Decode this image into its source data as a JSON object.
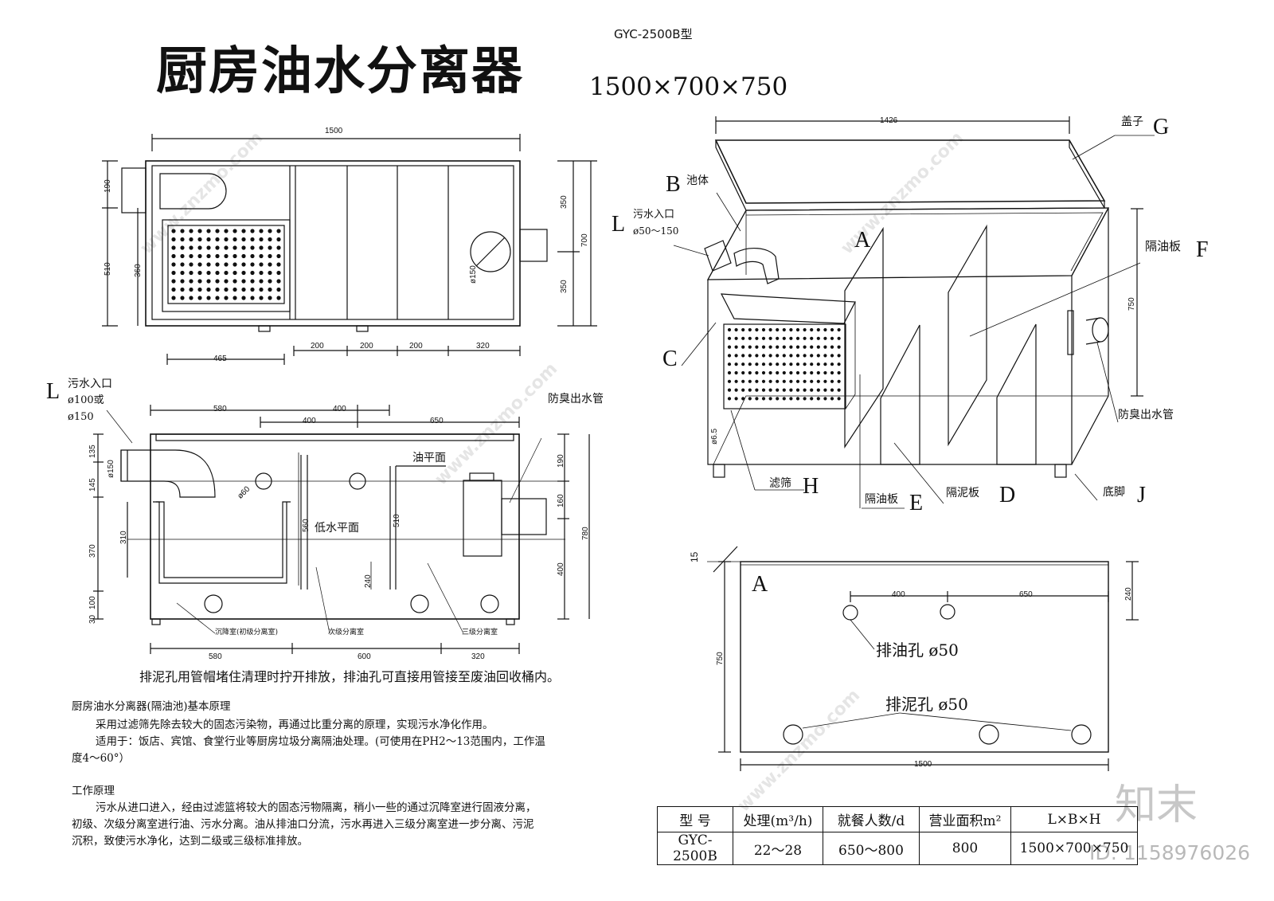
{
  "header": {
    "model_code": "GYC-2500B型",
    "title": "厨房油水分离器",
    "size": "1500×700×750"
  },
  "top_view": {
    "dims": {
      "overall_length": "1500",
      "left_190": "190",
      "left_510": "510",
      "left_360": "360",
      "right_350_top": "350",
      "right_350_bottom": "350",
      "right_700": "700",
      "pipe_dia": "ø150",
      "bottom_465": "465",
      "bottom_200a": "200",
      "bottom_200b": "200",
      "bottom_200c": "200",
      "bottom_320": "320"
    }
  },
  "section_view": {
    "inlet_label": "L",
    "inlet_text_1": "污水入口",
    "inlet_text_2": "ø100或",
    "inlet_text_3": "ø150",
    "outlet_label": "防臭出水管",
    "oil_level": "油平面",
    "low_water_level": "低水平面",
    "dims": {
      "top_580": "580",
      "top_400a": "400",
      "top_400b": "400",
      "top_650": "650",
      "left_135": "135",
      "left_145": "145",
      "left_370": "370",
      "left_100": "100",
      "left_30": "30",
      "inner_150": "ø150",
      "inner_310": "310",
      "dia_60": "ø60",
      "h_560": "560",
      "h_510": "510",
      "h_240": "240",
      "right_190": "190",
      "right_160": "160",
      "right_400": "400",
      "right_780": "780",
      "bottom_580": "580",
      "bottom_600": "600",
      "bottom_320": "320"
    },
    "chambers": [
      "沉降室(初级分离室)",
      "次级分离室",
      "三级分离室"
    ]
  },
  "notes": {
    "drain_note": "排泥孔用管帽堵住清理时拧开排放，排油孔可直接用管接至废油回收桶内。",
    "principle_title": "厨房油水分离器(隔油池)基本原理",
    "principle_1": "采用过滤筛先除去较大的固态污染物，再通过比重分离的原理，实现污水净化作用。",
    "principle_2": "适用于：饭店、宾馆、食堂行业等厨房垃圾分离隔油处理。(可使用在PH2～13范围内，工作温",
    "principle_3": "度4～60°）",
    "work_title": "工作原理",
    "work_1": "污水从进口进入，经由过滤篮将较大的固态污物隔离，稍小一些的通过沉降室进行固液分离，",
    "work_2": "初级、次级分离室进行油、污水分离。油从排油口分流，污水再进入三级分离室进一步分离、污泥",
    "work_3": "沉积，致使污水净化，达到二级或三级标准排放。"
  },
  "iso_view": {
    "width_dim": "1426",
    "height_dim": "750",
    "labels": {
      "G_letter": "G",
      "G_text": "盖子",
      "B_letter": "B",
      "B_text": "池体",
      "L_letter": "L",
      "L_text_1": "污水入口",
      "L_text_2": "ø50～150",
      "A_letter": "A",
      "F_letter": "F",
      "F_text": "隔油板",
      "C_letter": "C",
      "outlet_text": "防臭出水管",
      "H_letter": "H",
      "H_text": "滤筛",
      "E_letter": "E",
      "E_text": "隔油板",
      "D_letter": "D",
      "D_text": "隔泥板",
      "J_letter": "J",
      "J_text": "底脚",
      "dia_65": "ø6.5"
    }
  },
  "plate_view": {
    "letter": "A",
    "thickness": "15",
    "dims": {
      "h_750": "750",
      "w_1500": "1500",
      "top_400": "400",
      "top_650": "650",
      "right_240": "240"
    },
    "oil_hole": "排油孔 ø50",
    "mud_hole": "排泥孔 ø50"
  },
  "spec_table": {
    "headers": [
      "型  号",
      "处理(m³/h)",
      "就餐人数/d",
      "营业面积m²",
      "L×B×H"
    ],
    "row": [
      "GYC-2500B",
      "22～28",
      "650～800",
      "800",
      "1500×700×750"
    ]
  },
  "watermark": {
    "site": "www.znzmo.com",
    "brand": "知末",
    "id": "ID: 1158976026"
  }
}
